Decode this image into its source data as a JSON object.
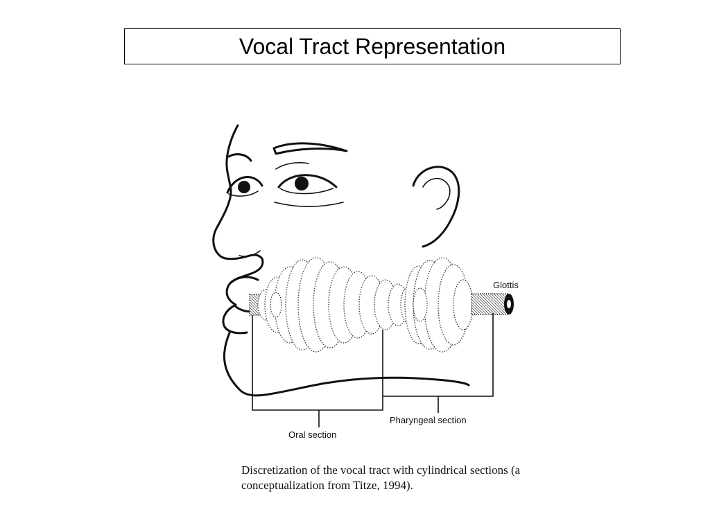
{
  "slide": {
    "title": "Vocal Tract Representation"
  },
  "diagram": {
    "labels": {
      "glottis": "Glottis",
      "pharyngeal": "Pharyngeal section",
      "oral": "Oral section"
    },
    "caption_line1": "Discretization of the vocal tract with cylindrical sections (a",
    "caption_line2": "conceptualization from Titze, 1994)."
  }
}
